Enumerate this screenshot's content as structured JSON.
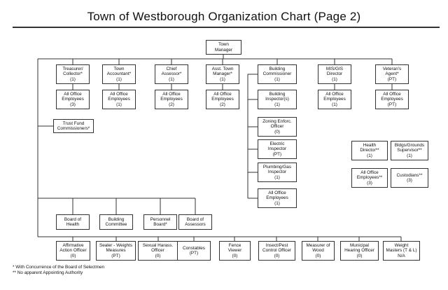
{
  "title": "Town of Westborough Organization Chart (Page 2)",
  "root": {
    "label": "Town\nManager"
  },
  "departments": [
    {
      "head": "Treasurer/\nCollector*\n(1)",
      "staff": [
        "All Office\nEmployees\n(3)"
      ]
    },
    {
      "head": "Town\nAccountant*\n(1)",
      "staff": [
        "All Office\nEmployees\n(1)"
      ]
    },
    {
      "head": "Chief\nAssessor*\n(1)",
      "staff": [
        "All Office\nEmployees\n(2)"
      ]
    },
    {
      "head": "Asst. Town\nManager*\n(1)",
      "staff": [
        "All Office\nEmployees\n(2)"
      ]
    },
    {
      "head": "Building\nCommissioner\n(1)",
      "staff": [
        "Building\nInspector(s)\n(1)",
        "Zoning Enforc.\nOfficer\n(0)",
        "Electric\nInspector\n(PT)",
        "Plumbing/Gas\nInspector\n(1)",
        "All Office\nEmployees\n(1)"
      ]
    },
    {
      "head": "MIS/GIS\nDirector\n(1)",
      "staff": [
        "All Office\nEmployees\n(1)"
      ]
    },
    {
      "head": "Veteran's\nAgent*\n(PT)",
      "staff": [
        "All Office\nEmployees\n(PT)"
      ]
    }
  ],
  "trust_fund": "Trust Fund\nCommissioners*",
  "unattached": [
    {
      "head": "Health\nDirector**\n(1)",
      "staff": "All Office\nEmployees**\n(3)"
    },
    {
      "head": "Bldgs/Grounds\nSupervisor**\n(1)",
      "staff": "Custodians**\n(3)"
    }
  ],
  "boards": [
    "Board of\nHealth",
    "Building\nCommittee",
    "Personnel\nBoard*",
    "Board of\nAssessors"
  ],
  "officers": [
    "Affirmative\nAction Officer\n(0)",
    "Sealer - Weights\nMeasures\n(PT)",
    "Sexual Harass.\nOfficer\n(0)",
    "Constables\n(PT)",
    "Fence\nViewer\n(0)",
    "Insect/Pest\nControl Officer\n(0)",
    "Measurer of\nWood\n(0)",
    "Municipal\nHearing Officer\n(0)",
    "Weight\nMasters (T & L)\nN/A"
  ],
  "footnotes": [
    "* With Concurrence of the Board of Selectmen",
    "** No apparent Appointing Authority"
  ]
}
